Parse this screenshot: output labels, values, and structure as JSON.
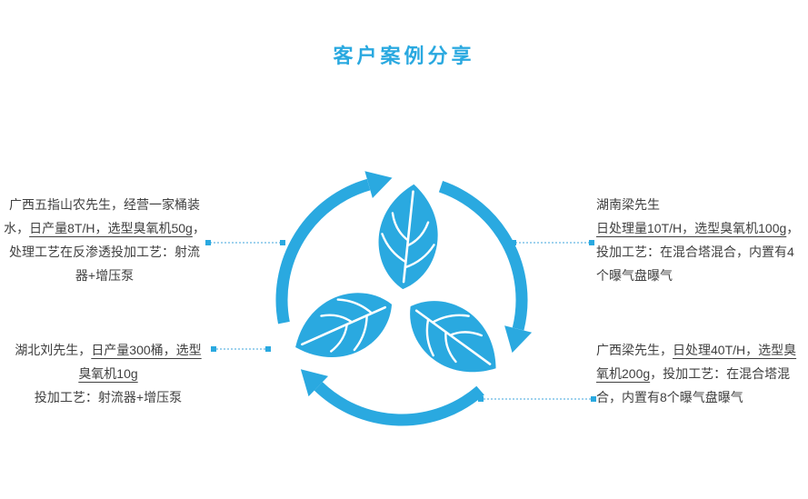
{
  "title": "客户案例分享",
  "colors": {
    "accent_blue": "#2aa9e0",
    "body_text": "#404040",
    "connector_line": "#9fd2ee"
  },
  "center_graphic_icon": "recycle-leaves-icon",
  "cases": {
    "top_left": {
      "p1": {
        "s1": "广西五指山农先生，经营一家桶装水，",
        "s2": "日产量8T/H，选型臭氧机50g",
        "s3": "，处理工艺在反渗透投加工艺：射流器+增压泵"
      }
    },
    "top_right": {
      "p1": {
        "s1": "湖南梁先生"
      },
      "p2": {
        "s1": "日处理量10T/H，选型臭氧机100g",
        "s2": "，投加工艺：在混合塔混合，内置有4个曝气盘曝气"
      }
    },
    "bottom_left": {
      "p1": {
        "s1": "湖北刘先生，",
        "s2": "日产量300桶，选型臭氧机10g"
      },
      "p2": {
        "s1": "投加工艺：射流器+增压泵"
      }
    },
    "bottom_right": {
      "p1": {
        "s1": "广西梁先生，",
        "s2": "日处理40T/H，选型臭氧机200g",
        "s3": "，投加工艺：在混合塔混合，内置有8个曝气盘曝气"
      }
    }
  }
}
